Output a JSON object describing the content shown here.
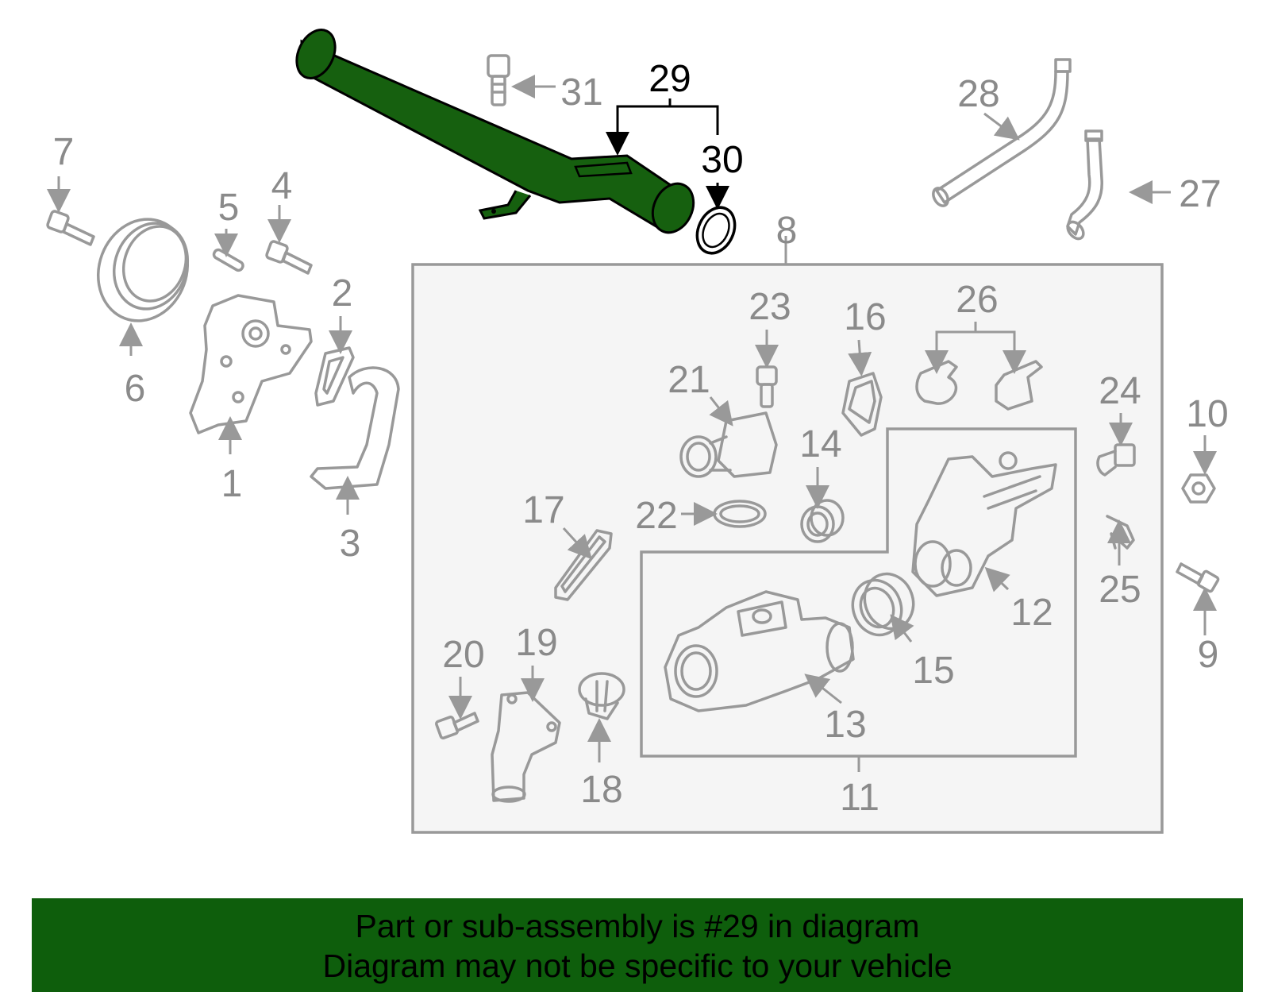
{
  "colors": {
    "highlight": "#16600f",
    "banner_bg": "#0e5e0c",
    "part_stroke": "#999999",
    "label_gray": "#8a8a8a",
    "label_black": "#000000",
    "panel_fill": "#f5f5f5"
  },
  "callouts": {
    "n1": "1",
    "n2": "2",
    "n3": "3",
    "n4": "4",
    "n5": "5",
    "n6": "6",
    "n7": "7",
    "n8": "8",
    "n9": "9",
    "n10": "10",
    "n11": "11",
    "n12": "12",
    "n13": "13",
    "n14": "14",
    "n15": "15",
    "n16": "16",
    "n17": "17",
    "n18": "18",
    "n19": "19",
    "n20": "20",
    "n21": "21",
    "n22": "22",
    "n23": "23",
    "n24": "24",
    "n25": "25",
    "n26": "26",
    "n27": "27",
    "n28": "28",
    "n29": "29",
    "n30": "30",
    "n31": "31"
  },
  "highlighted_part": "29",
  "banner": {
    "line1": "Part or sub-assembly is #29 in diagram",
    "line2": "Diagram may not be specific to your vehicle"
  }
}
